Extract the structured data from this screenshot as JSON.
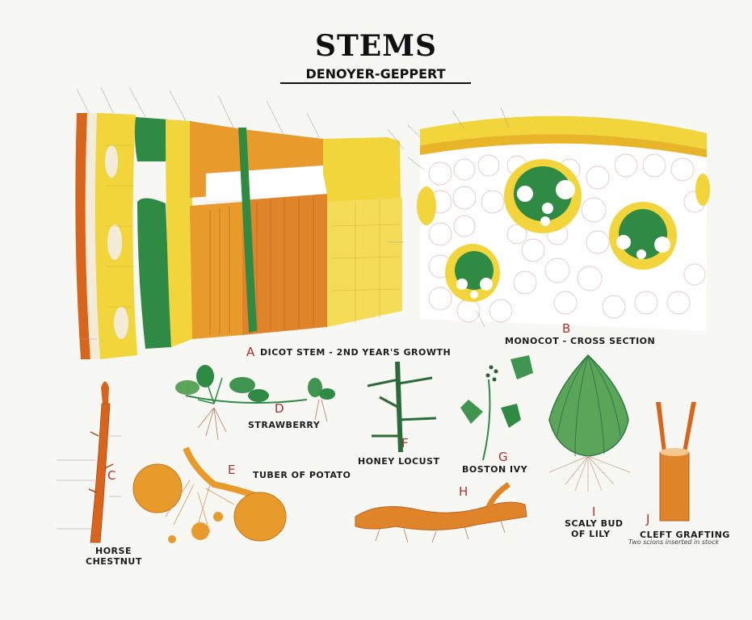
{
  "poster": {
    "title": "STEMS",
    "subtitle": "DENOYER-GEPPERT"
  },
  "panels": [
    {
      "letter": "A",
      "label": "DICOT STEM - 2ND YEAR'S GROWTH"
    },
    {
      "letter": "B",
      "label": "MONOCOT - CROSS SECTION"
    },
    {
      "letter": "C",
      "label_line1": "HORSE",
      "label_line2": "CHESTNUT"
    },
    {
      "letter": "D",
      "label": "STRAWBERRY"
    },
    {
      "letter": "E",
      "label": "TUBER OF POTATO"
    },
    {
      "letter": "F",
      "label": "HONEY LOCUST"
    },
    {
      "letter": "G",
      "label": "BOSTON IVY"
    },
    {
      "letter": "H",
      "label": ""
    },
    {
      "letter": "I",
      "label_line1": "SCALY BUD",
      "label_line2": "OF LILY"
    },
    {
      "letter": "J",
      "label": "CLEFT GRAFTING",
      "note": "Two scions inserted in stock"
    }
  ],
  "colors": {
    "yellow": "#f1d53a",
    "orange": "#e89a2a",
    "dark_orange": "#d9651c",
    "green": "#2f8a44",
    "light_green": "#5aa55a",
    "red_label": "#b0302a"
  },
  "icons": [
    "dicot-stem-diagram",
    "monocot-section-diagram",
    "horse-chestnut-twig",
    "strawberry-runner",
    "potato-tuber",
    "honey-locust-thorn",
    "boston-ivy-vine",
    "rhizome",
    "lily-bud",
    "cleft-graft"
  ]
}
